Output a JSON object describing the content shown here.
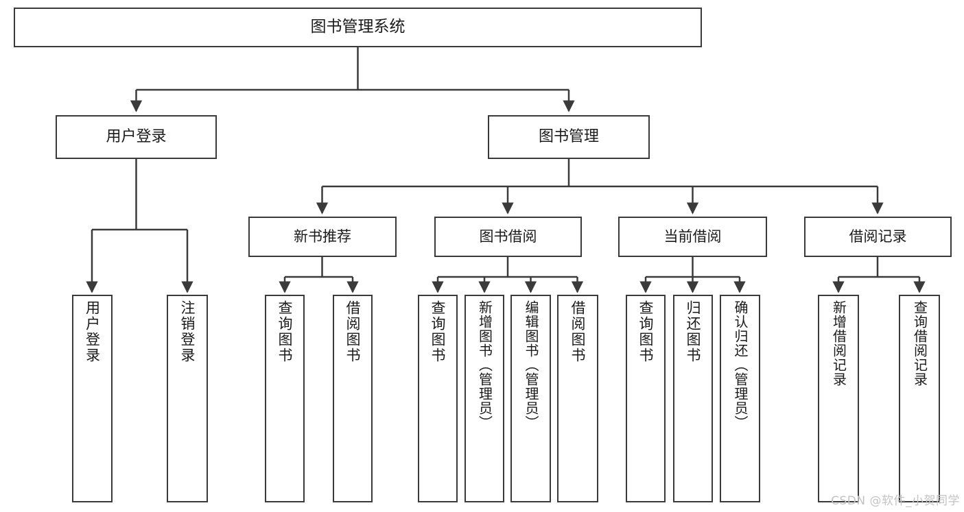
{
  "diagram": {
    "type": "tree",
    "title": "图书管理系统",
    "watermark": "CSDN @软件_小贺同学",
    "colors": {
      "box_border": "#3a3a3a",
      "box_fill": "#ffffff",
      "connector": "#3a3a3a",
      "text": "#1a1a1a",
      "watermark": "#c3c3c3"
    },
    "root": {
      "label": "图书管理系统"
    },
    "level2": [
      {
        "label": "用户登录"
      },
      {
        "label": "图书管理"
      }
    ],
    "level3": [
      {
        "label": "新书推荐"
      },
      {
        "label": "图书借阅"
      },
      {
        "label": "当前借阅"
      },
      {
        "label": "借阅记录"
      }
    ],
    "leaves": {
      "user_login": [
        {
          "label": "用户登录"
        },
        {
          "label": "注销登录"
        }
      ],
      "new_book": [
        {
          "label": "查询图书"
        },
        {
          "label": "借阅图书"
        }
      ],
      "book_borrow": [
        {
          "label": "查询图书"
        },
        {
          "label": "新增图书（管理员）"
        },
        {
          "label": "编辑图书（管理员）"
        },
        {
          "label": "借阅图书"
        }
      ],
      "current_borrow": [
        {
          "label": "查询图书"
        },
        {
          "label": "归还图书"
        },
        {
          "label": "确认归还（管理员）"
        }
      ],
      "borrow_record": [
        {
          "label": "新增借阅记录"
        },
        {
          "label": "查询借阅记录"
        }
      ]
    }
  }
}
